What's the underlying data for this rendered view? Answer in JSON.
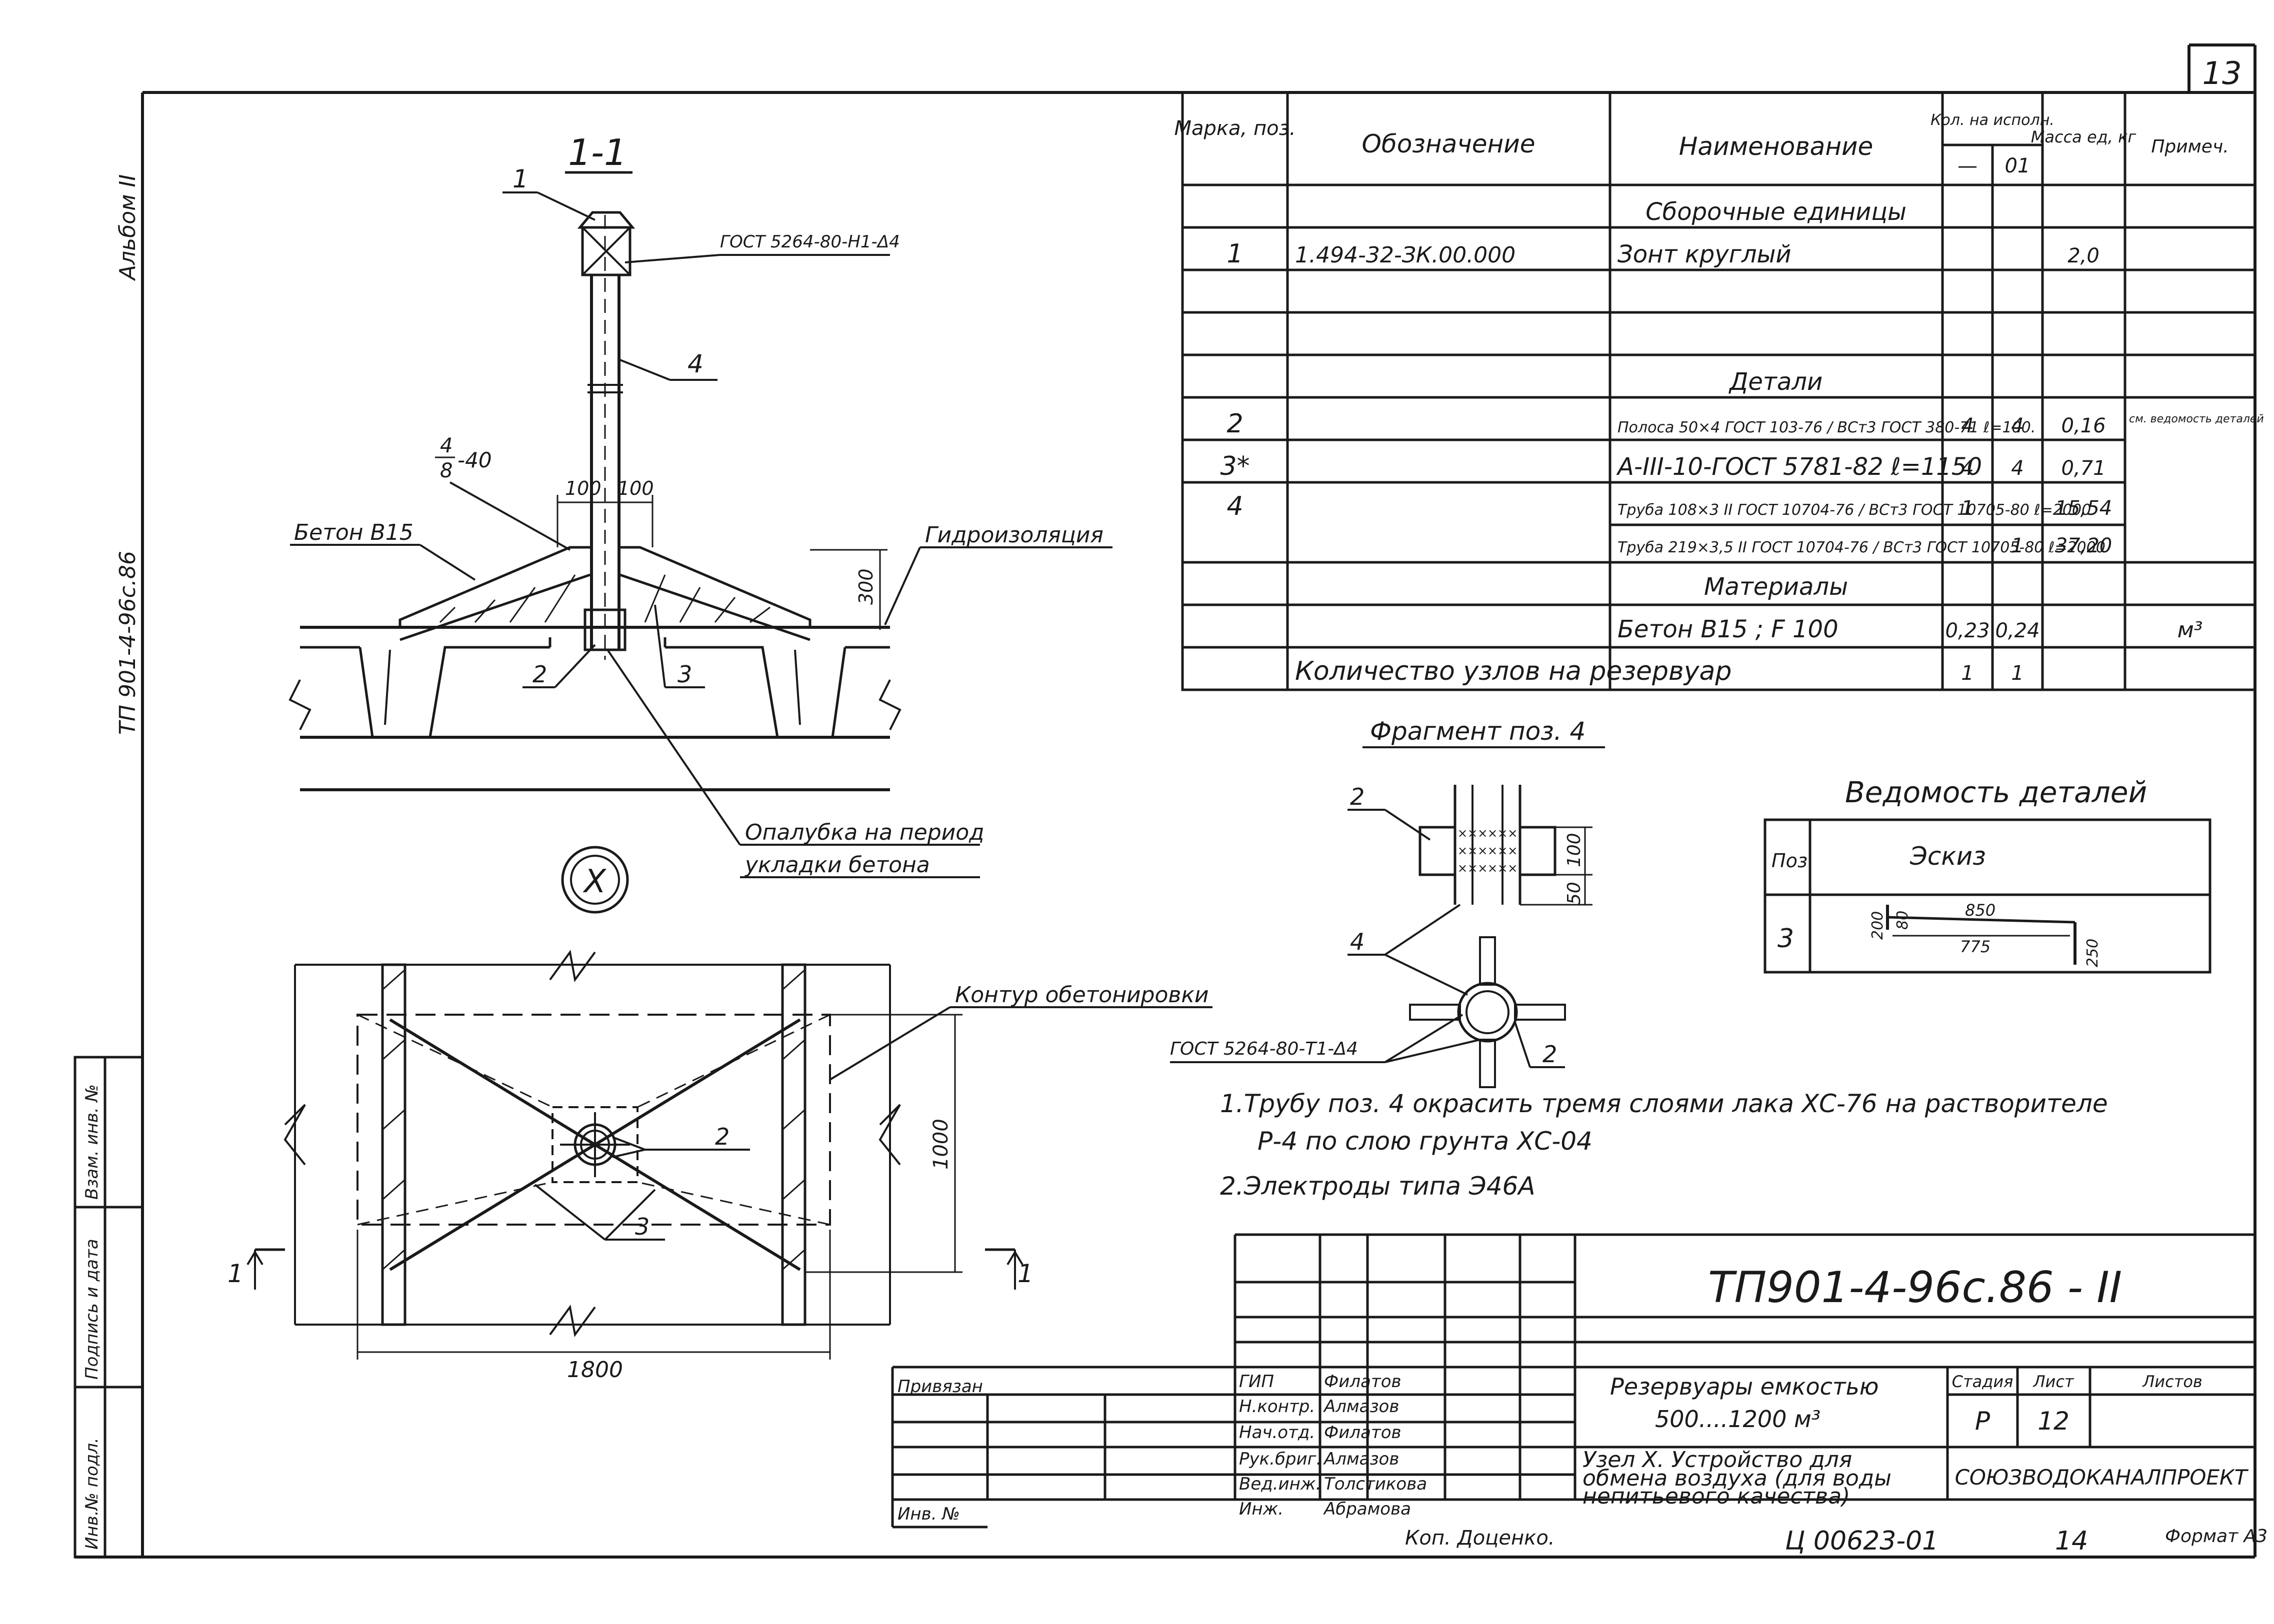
{
  "page_number": "13",
  "album": "Альбом II",
  "side_code": "ТП 901-4-96с.86",
  "section": {
    "title": "1-1",
    "marker_1": "1",
    "marker_4": "4",
    "marker_2": "2",
    "marker_3": "3",
    "gost_top": "ГОСТ 5264-80-Н1-Δ4",
    "weld": "4",
    "weld_den": "8",
    "weld_len": "-40",
    "dim_100a": "100",
    "dim_100b": "100",
    "dim_300": "300",
    "concrete": "Бетон В15",
    "waterproofing": "Гидроизоляция",
    "formwork_1": "Опалубка на период",
    "formwork_2": "укладки бетона"
  },
  "node_symbol": "X",
  "plan": {
    "contour": "Контур обетонировки",
    "marker_2": "2",
    "marker_3": "3",
    "dim_1000": "1000",
    "dim_1800": "1800",
    "cut_left": "1",
    "cut_right": "1"
  },
  "fragment": {
    "title": "Фрагмент поз. 4",
    "marker_2": "2",
    "marker_4": "4",
    "marker_2b": "2",
    "dim_100": "100",
    "dim_50": "50",
    "gost": "ГОСТ 5264-80-Т1-Δ4"
  },
  "spec": {
    "headers": {
      "mark": "Марка, поз.",
      "designation": "Обозначение",
      "name": "Наименование",
      "qty": "Кол. на исполн.",
      "qty_a": "—",
      "qty_b": "01",
      "mass": "Масса ед, кг",
      "note": "Примеч."
    },
    "rows": [
      {
        "mark": "",
        "designation": "",
        "name": "Сборочные единицы",
        "qa": "",
        "qb": "",
        "mass": "",
        "note": ""
      },
      {
        "mark": "1",
        "designation": "1.494-32-ЗК.00.000",
        "name": "Зонт круглый",
        "qa": "",
        "qb": "",
        "mass": "2,0",
        "note": ""
      },
      {
        "mark": "",
        "designation": "",
        "name": "",
        "qa": "",
        "qb": "",
        "mass": "",
        "note": ""
      },
      {
        "mark": "",
        "designation": "",
        "name": "",
        "qa": "",
        "qb": "",
        "mass": "",
        "note": ""
      },
      {
        "mark": "",
        "designation": "",
        "name": "Детали",
        "qa": "",
        "qb": "",
        "mass": "",
        "note": ""
      },
      {
        "mark": "2",
        "designation": "",
        "name": "Полоса 50×4 ГОСТ 103-76 / ВСт3 ГОСТ 380-71 ℓ=100.",
        "qa": "4",
        "qb": "4",
        "mass": "0,16",
        "note": "см. ведомость деталей"
      },
      {
        "mark": "3*",
        "designation": "",
        "name": "А-III-10-ГОСТ 5781-82 ℓ=1150",
        "qa": "4",
        "qb": "4",
        "mass": "0,71",
        "note": ""
      },
      {
        "mark": "4",
        "designation": "",
        "name": "Труба 108×3 II ГОСТ 10704-76 / ВСт3 ГОСТ 10705-80 ℓ=2000",
        "qa": "1",
        "qb": "",
        "mass": "15,54",
        "note": ""
      },
      {
        "mark": "",
        "designation": "",
        "name": "Труба 219×3,5 II ГОСТ 10704-76 / ВСт3 ГОСТ 10705-80 ℓ=2000",
        "qa": "",
        "qb": "1",
        "mass": "37,20",
        "note": ""
      },
      {
        "mark": "",
        "designation": "",
        "name": "Материалы",
        "qa": "",
        "qb": "",
        "mass": "",
        "note": ""
      },
      {
        "mark": "",
        "designation": "",
        "name": "Бетон В15 ; F 100",
        "qa": "0,23",
        "qb": "0,24",
        "mass": "",
        "note": "м³"
      },
      {
        "mark": "",
        "designation": "Количество узлов на резервуар",
        "name": "",
        "qa": "1",
        "qb": "1",
        "mass": "",
        "note": ""
      }
    ]
  },
  "details": {
    "title": "Ведомость деталей",
    "col_pos": "Поз.",
    "col_sketch": "Эскиз",
    "pos": "3",
    "d200": "200",
    "d80": "80",
    "d850": "850",
    "d775": "775",
    "d250": "250"
  },
  "notes": {
    "n1a": "1.Трубу поз. 4 окрасить тремя слоями лака ХС-76 на растворителе",
    "n1b": "Р-4 по слою грунта ХС-04",
    "n2": "2.Электроды типа Э46А"
  },
  "stamp": {
    "code": "ТП901-4-96с.86 - II",
    "title_1": "Резервуары емкостью",
    "title_2": "500....1200 м³",
    "sheet_title_1": "Узел X. Устройство для",
    "sheet_title_2": "обмена воздуха (для воды",
    "sheet_title_3": "непитьевого качества)",
    "stage_h": "Стадия",
    "sheet_h": "Лист",
    "sheets_h": "Листов",
    "stage": "Р",
    "sheet": "12",
    "org": "СОЮЗВОДОКАНАЛПРОЕКТ",
    "linked": "Привязан",
    "inv": "Инв. №",
    "people": [
      {
        "role": "ГИП",
        "name": "Филатов"
      },
      {
        "role": "Н.контр.",
        "name": "Алмазов"
      },
      {
        "role": "Нач.отд.",
        "name": "Филатов"
      },
      {
        "role": "Рук.бриг.",
        "name": "Алмазов"
      },
      {
        "role": "Вед.инж.",
        "name": "Толстикова"
      },
      {
        "role": "Инж.",
        "name": "Абрамова"
      }
    ]
  },
  "side_stamp": {
    "inv_orig": "Инв.№ подл.",
    "sign_date": "Подпись и дата",
    "inv_repl": "Взам. инв. №"
  },
  "bottom": {
    "copied": "Коп. Доценко.",
    "order": "Ц 00623-01",
    "page": "14",
    "format": "Формат А3"
  }
}
